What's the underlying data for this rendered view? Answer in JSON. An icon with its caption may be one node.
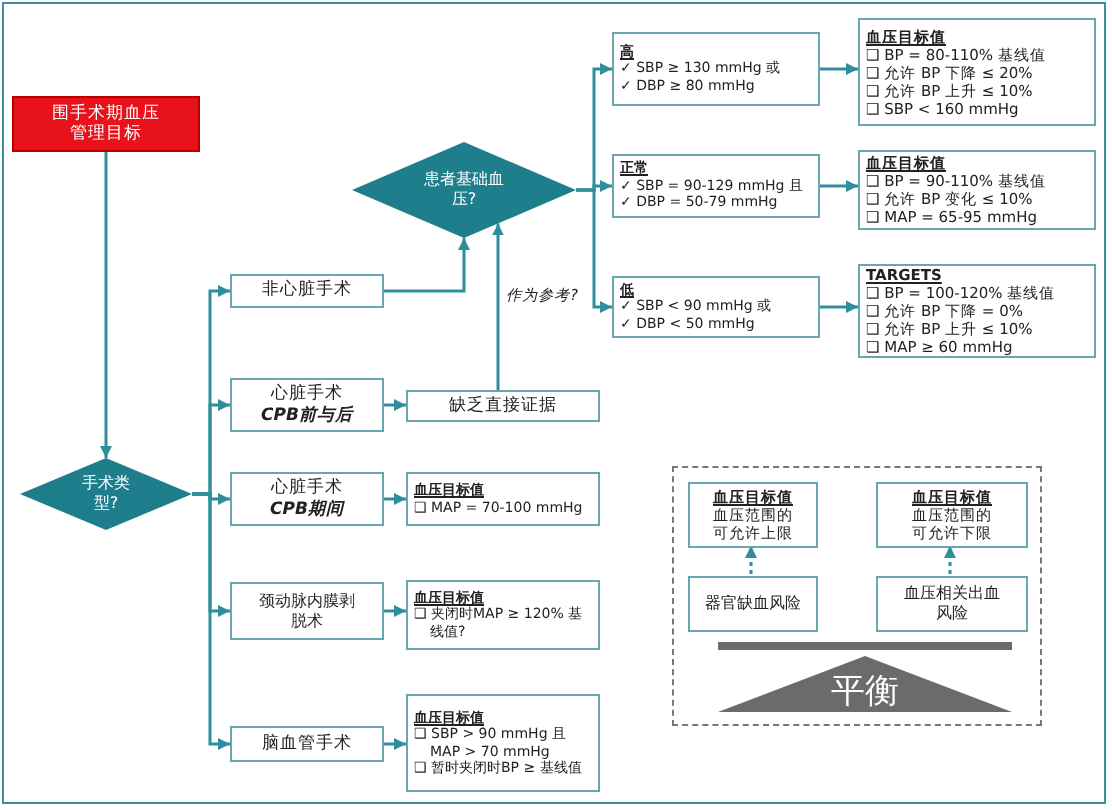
{
  "diagram": {
    "nodes": [
      {
        "text": [
          "围手术期血压管理目标"
        ]
      },
      {
        "text": [
          "手术类型?"
        ]
      },
      {
        "text": [
          "患者基础血压?"
        ]
      },
      {
        "text": [
          "非心脏手术"
        ]
      },
      {
        "text": [
          "心脏手术",
          "CPB前与后"
        ]
      },
      {
        "text": [
          "缺乏直接证据"
        ]
      },
      {
        "text": [
          "心脏手术",
          "CPB期间"
        ]
      },
      {
        "text": [
          "颈动脉内膜剥脱术"
        ]
      },
      {
        "text": [
          "脑血管手术"
        ]
      },
      {
        "text": [
          "高",
          "✓ SBP ≥ 130 mmHg 或",
          "✓ DBP ≥ 80 mmHg"
        ]
      },
      {
        "text": [
          "正常",
          "✓ SBP = 90-129 mmHg 且",
          "✓ DBP = 50-79 mmHg"
        ]
      },
      {
        "text": [
          "低",
          "✓ SBP < 90 mmHg 或",
          "✓ DBP < 50 mmHg"
        ]
      },
      {
        "text": [
          "血压目标值",
          "❑ BP = 80-110% 基线值",
          "❑ 允许 BP 下降 ≤ 20%",
          "❑ 允许 BP 上升 ≤ 10%",
          "❑ SBP < 160 mmHg"
        ]
      },
      {
        "text": [
          "血压目标值",
          "❑ BP = 90-110% 基线值",
          "❑ 允许 BP 变化 ≤ 10%",
          "❑ MAP = 65-95 mmHg"
        ]
      },
      {
        "text": [
          "TARGETS",
          "❑ BP = 100-120% 基线值",
          "❑ 允许 BP 下降 = 0%",
          "❑ 允许 BP 上升 ≤ 10%",
          "❑ MAP ≥ 60 mmHg"
        ]
      },
      {
        "text": [
          "血压目标值",
          "❑ MAP = 70-100 mmHg"
        ]
      },
      {
        "text": [
          "血压目标值",
          "❑ 夹闭时MAP ≥ 120% 基线值?"
        ]
      },
      {
        "text": [
          "血压目标值",
          "❑ SBP > 90 mmHg 且 MAP > 70 mmHg",
          "❑ 暂时夹闭时BP ≥ 基线值"
        ]
      },
      {
        "text": [],
        "shape": "box"
      },
      {
        "text": [
          "血压目标值",
          "血压范围的可允许上限"
        ],
        "in": 18
      },
      {
        "text": [
          "血压目标值",
          "血压范围的可允许下限"
        ],
        "in": 18
      },
      {
        "text": [
          "器官缺血风险"
        ],
        "in": 18
      },
      {
        "text": [
          "血压相关出血风险"
        ],
        "in": 18
      },
      {
        "text": [
          "平衡"
        ],
        "in": 18
      }
    ],
    "edges": [
      {
        "from": 0,
        "to": 1,
        "arrow": "to"
      },
      {
        "from": 1,
        "to": 3,
        "arrow": "to"
      },
      {
        "from": 1,
        "to": 4,
        "arrow": "to"
      },
      {
        "from": 1,
        "to": 6,
        "arrow": "to"
      },
      {
        "from": 1,
        "to": 7,
        "arrow": "to"
      },
      {
        "from": 1,
        "to": 8,
        "arrow": "to"
      },
      {
        "from": 3,
        "to": 2,
        "arrow": "to"
      },
      {
        "from": 4,
        "to": 5,
        "arrow": "to"
      },
      {
        "from": 5,
        "to": 2,
        "arrow": "to",
        "label": "作为参考?"
      },
      {
        "from": 2,
        "to": 9,
        "arrow": "to"
      },
      {
        "from": 2,
        "to": 10,
        "arrow": "to"
      },
      {
        "from": 2,
        "to": 11,
        "arrow": "to"
      },
      {
        "from": 9,
        "to": 12,
        "arrow": "to"
      },
      {
        "from": 10,
        "to": 13,
        "arrow": "to"
      },
      {
        "from": 11,
        "to": 14,
        "arrow": "to"
      },
      {
        "from": 6,
        "to": 15,
        "arrow": "to"
      },
      {
        "from": 7,
        "to": 16,
        "arrow": "to"
      },
      {
        "from": 8,
        "to": 17,
        "arrow": "to"
      },
      {
        "from": 21,
        "to": 19,
        "arrow": "to",
        "style": "dashed"
      },
      {
        "from": 22,
        "to": 20,
        "arrow": "to",
        "style": "dashed"
      }
    ]
  }
}
